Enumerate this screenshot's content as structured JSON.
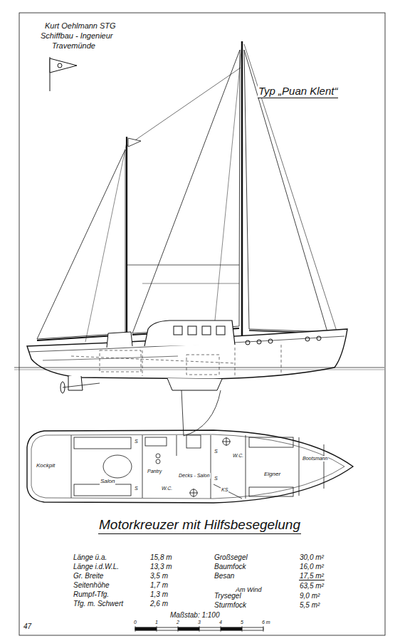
{
  "diagram": {
    "title": "Motorkreuzer mit Hilfsbesegelung",
    "labels": [
      "Kurt Oehlmann STG",
      "Schiffbau - Ingenieur",
      "Travemünde",
      "Typ „Puan Klent“",
      "Kockpit",
      "Salon",
      "Pantry",
      "Decks - Salon",
      "W.C.",
      "W.C.",
      "Eigner",
      "Bootsmann",
      "KS",
      "S",
      "S",
      "S",
      "S",
      "Länge ü.a.",
      "15,8 m",
      "Länge i.d.W.L.",
      "13,3 m",
      "Gr. Breite",
      "3,5 m",
      "Seitenhöhe",
      "1,7 m",
      "Rumpf-Tfg.",
      "1,3 m",
      "Tfg. m. Schwert",
      "2,6 m",
      "Großsegel",
      "30,0 m²",
      "Baumfock",
      "16,0 m²",
      "Besan",
      "17,5 m²",
      "Am Wind",
      "63,5 m²",
      "Trysegel",
      "9,0 m²",
      "Sturmfock",
      "5,5 m²",
      "Maßstab: 1:100",
      "0",
      "1",
      "2",
      "3",
      "4",
      "5",
      "6 m",
      "47"
    ]
  }
}
